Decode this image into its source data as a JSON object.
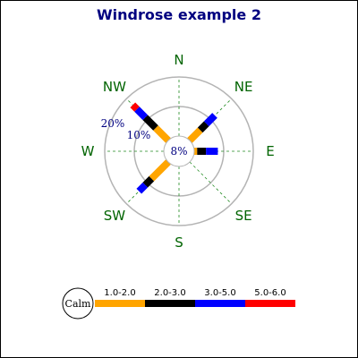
{
  "chart_data": {
    "type": "windrose",
    "title": "Windrose example 2",
    "directions": [
      "N",
      "NE",
      "E",
      "SE",
      "S",
      "SW",
      "W",
      "NW"
    ],
    "ring_labels": [
      "10%",
      "20%"
    ],
    "calm": {
      "label": "Calm",
      "value_label": "8%"
    },
    "legend": {
      "calm_label": "Calm",
      "ranges": [
        "1.0-2.0",
        "2.0-3.0",
        "3.0-5.0",
        "5.0-6.0"
      ]
    },
    "bins": [
      {
        "name": "1.0-2.0",
        "color": "#ffa500"
      },
      {
        "name": "2.0-3.0",
        "color": "#000000"
      },
      {
        "name": "3.0-5.0",
        "color": "#0000ff"
      },
      {
        "name": "5.0-6.0",
        "color": "#ff0000"
      }
    ],
    "data": [
      {
        "dir": "NE",
        "values": [
          5,
          3,
          4,
          0
        ]
      },
      {
        "dir": "E",
        "values": [
          1,
          3,
          4,
          0
        ]
      },
      {
        "dir": "SW",
        "values": [
          8,
          3,
          3,
          0
        ]
      },
      {
        "dir": "NW",
        "values": [
          6,
          5,
          4,
          2
        ]
      }
    ],
    "colors": {
      "title": "#000080",
      "direction_labels": "#006400",
      "ring_labels": "#000080",
      "grid_circle": "#b4b4b4",
      "spokes": "#228b22"
    }
  }
}
